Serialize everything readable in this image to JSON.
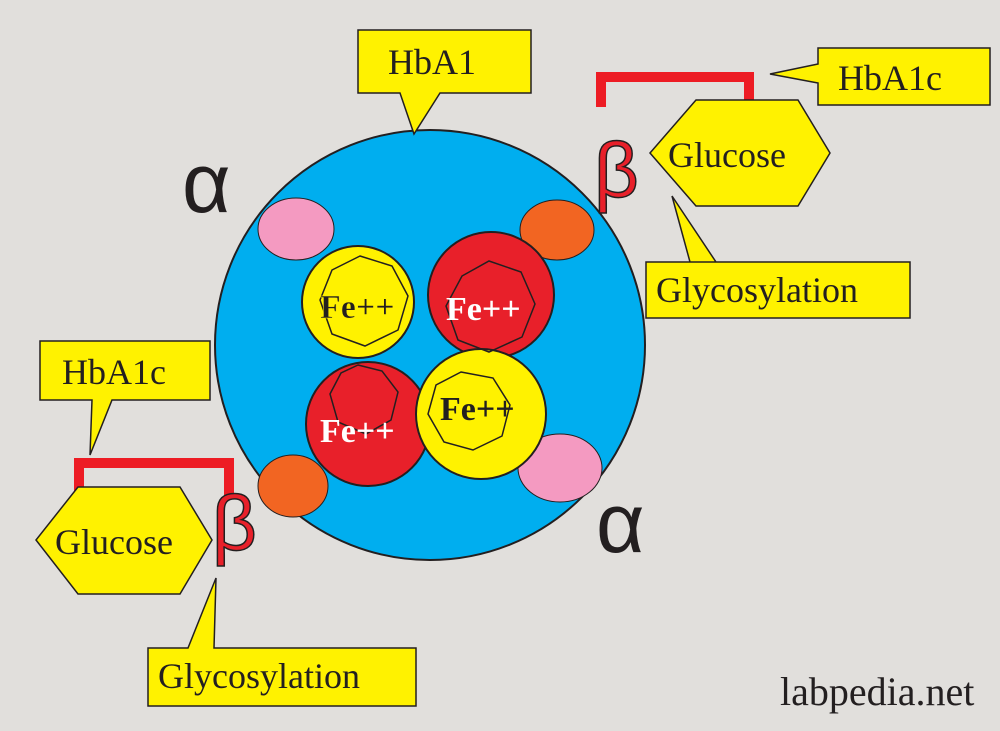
{
  "diagram": {
    "top_callout": "HbA1",
    "top_right": {
      "callout": "HbA1c",
      "glucose": "Glucose",
      "glycosylation": "Glycosylation",
      "beta": "β"
    },
    "bottom_left": {
      "callout": "HbA1c",
      "glucose": "Glucose",
      "glycosylation": "Glycosylation",
      "beta": "β"
    },
    "alpha_top_left": "α",
    "alpha_bottom_right": "α",
    "heme_labels": [
      "Fe++",
      "Fe++",
      "Fe++",
      "Fe++"
    ],
    "credit": "labpedia.net",
    "colors": {
      "background": "#e1dfdc",
      "globin": "#00aeef",
      "yellow": "#fff200",
      "red": "#e8202a",
      "bracket": "#ed1c24",
      "pink": "#f49ac1",
      "orange": "#f26522"
    }
  }
}
